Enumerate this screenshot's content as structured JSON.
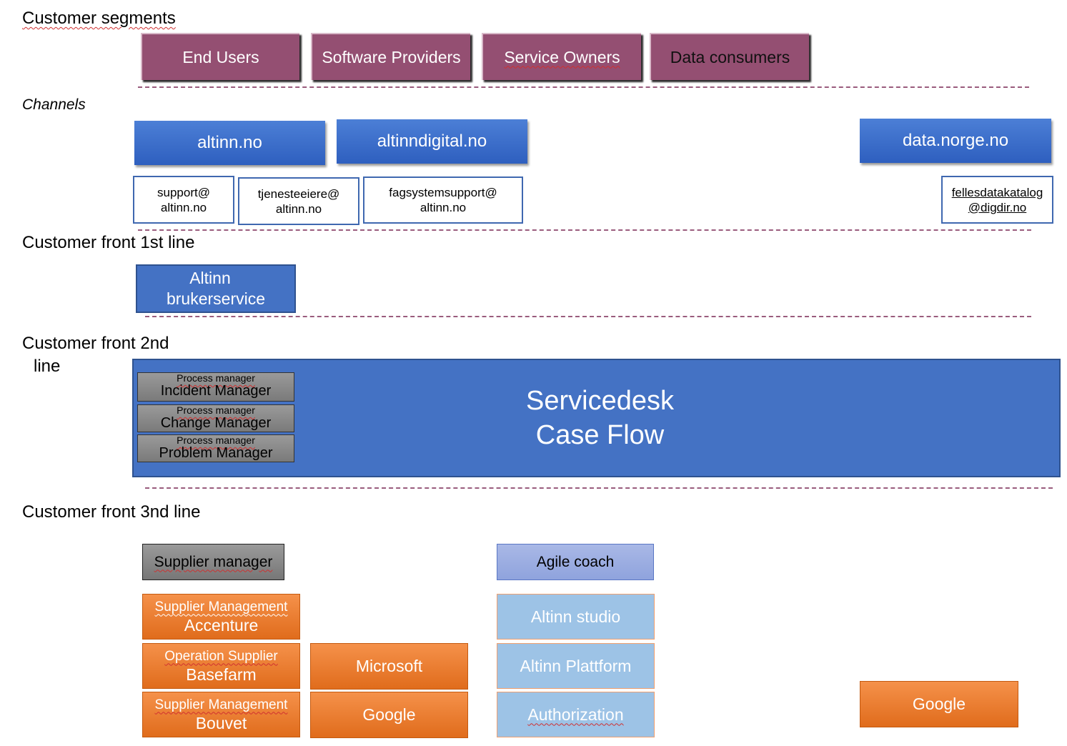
{
  "sections": {
    "customer_segments": "Customer segments",
    "channels": "Channels",
    "first_line": "Customer front 1st line",
    "second_line_a": "Customer front 2nd",
    "second_line_b": "line",
    "third_line": "Customer front 3nd line"
  },
  "segments": [
    "End Users",
    "Software Providers",
    "Service Owners",
    "Data consumers"
  ],
  "channels": [
    "altinn.no",
    "altinndigital.no",
    "data.norge.no"
  ],
  "emails": [
    {
      "l1": "support@",
      "l2": "altinn.no"
    },
    {
      "l1": "tjenesteeiere@",
      "l2": "altinn.no"
    },
    {
      "l1": "fagsystemsupport@",
      "l2": "altinn.no"
    },
    {
      "l1": "fellesdatakatalog",
      "l2": "@digdir.no"
    }
  ],
  "first_line_box": {
    "l1": "Altinn",
    "l2": "brukerservice"
  },
  "servicedesk": {
    "l1": "Servicedesk",
    "l2": "Case Flow"
  },
  "process_managers": [
    {
      "small": "Process manager",
      "big": "Incident Manager"
    },
    {
      "small": "Process manager",
      "big": "Change Manager"
    },
    {
      "small": "Process manager",
      "big": "Problem Manager"
    }
  ],
  "supplier_manager": "Supplier manager",
  "agile_coach": "Agile coach",
  "suppliers": [
    {
      "l1": "Supplier Management",
      "l2": "Accenture"
    },
    {
      "l1": "Operation Supplier",
      "l2": "Basefarm"
    },
    {
      "l1": "Supplier Management",
      "l2": "Bouvet"
    }
  ],
  "vendors": [
    "Microsoft",
    "Google"
  ],
  "platforms": [
    "Altinn studio",
    "Altinn Plattform",
    "Authorization"
  ],
  "google_right": "Google",
  "colors": {
    "segment": "#944f72",
    "channel": "#4472c4",
    "process_manager": "#8c8c8c",
    "orange": "#ed7d31",
    "light_blue": "#9dc3e6",
    "divider": "#9a5c7d"
  }
}
